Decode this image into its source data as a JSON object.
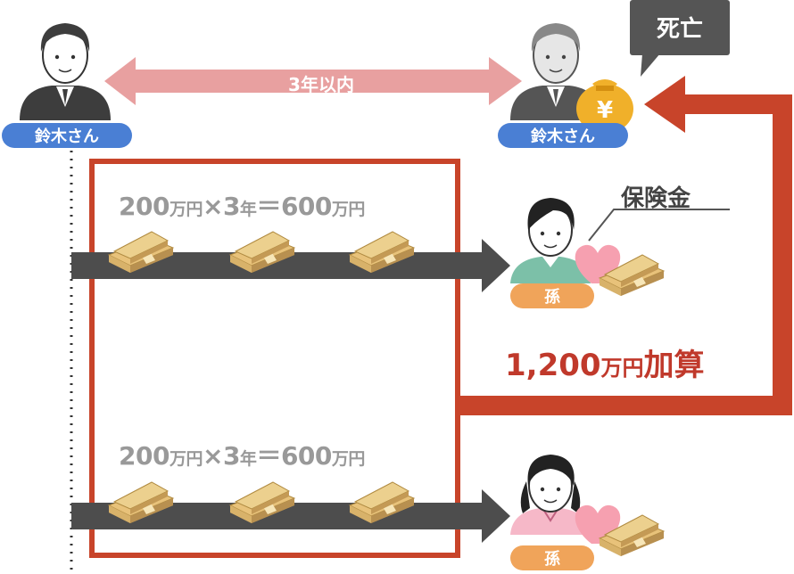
{
  "left_person": {
    "name": "鈴木さん"
  },
  "right_person": {
    "name": "鈴木さん",
    "status": "死亡"
  },
  "period_arrow": {
    "label": "3年以内"
  },
  "gifts": [
    {
      "formula_num1": "200",
      "formula_unit1": "万円",
      "formula_op": "×",
      "formula_num2": "3",
      "formula_unit2": "年",
      "formula_eq": "＝",
      "formula_result": "600",
      "formula_unit3": "万円"
    },
    {
      "formula_num1": "200",
      "formula_unit1": "万円",
      "formula_op": "×",
      "formula_num2": "3",
      "formula_unit2": "年",
      "formula_eq": "＝",
      "formula_result": "600",
      "formula_unit3": "万円"
    }
  ],
  "grandchild_1": {
    "label": "孫"
  },
  "grandchild_2": {
    "label": "孫"
  },
  "insurance": {
    "label": "保険金"
  },
  "addback": {
    "amount": "1,200",
    "unit": "万円",
    "suffix": "加算"
  },
  "colors": {
    "accent_red": "#c8442a",
    "pill_blue": "#4a7fd4",
    "pill_orange": "#f0a45a",
    "period_pink": "#e8a0a0",
    "arrow_gray": "#4d4d4d",
    "money_gold": "#e8c27a",
    "heart_pink": "#f6a0b0"
  },
  "icons": [
    "person-icon",
    "money-bag-icon",
    "cash-bundle-icon",
    "heart-icon"
  ]
}
